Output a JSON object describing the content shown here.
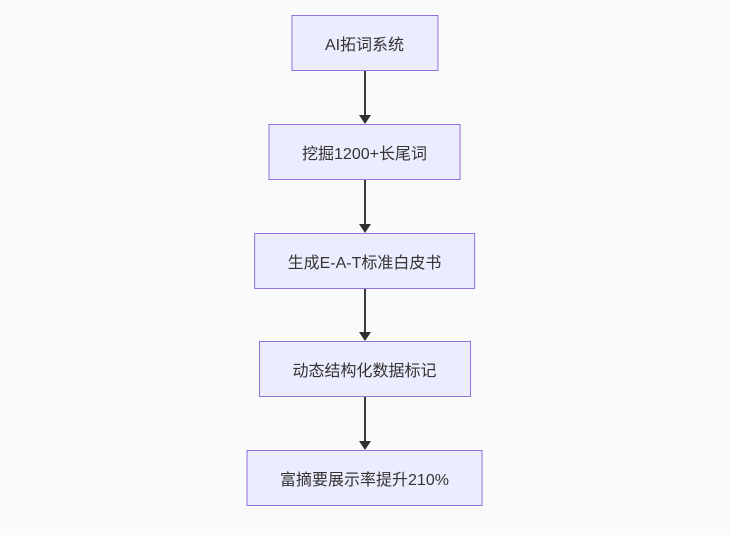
{
  "diagram": {
    "type": "flowchart",
    "direction": "top-to-bottom",
    "background": "#fafafa",
    "node_style": {
      "fill": "#ECECFF",
      "border": "#9370DB",
      "text_color": "#333333"
    },
    "edge_style": {
      "line_color": "#3b3b3b",
      "arrowhead": "filled-triangle-down"
    },
    "nodes": [
      {
        "id": "node-1",
        "label": "AI拓词系统"
      },
      {
        "id": "node-2",
        "label": "挖掘1200+长尾词"
      },
      {
        "id": "node-3",
        "label": "生成E-A-T标准白皮书"
      },
      {
        "id": "node-4",
        "label": "动态结构化数据标记"
      },
      {
        "id": "node-5",
        "label": "富摘要展示率提升210%"
      }
    ],
    "edges": [
      {
        "from": "node-1",
        "to": "node-2"
      },
      {
        "from": "node-2",
        "to": "node-3"
      },
      {
        "from": "node-3",
        "to": "node-4"
      },
      {
        "from": "node-4",
        "to": "node-5"
      }
    ]
  }
}
